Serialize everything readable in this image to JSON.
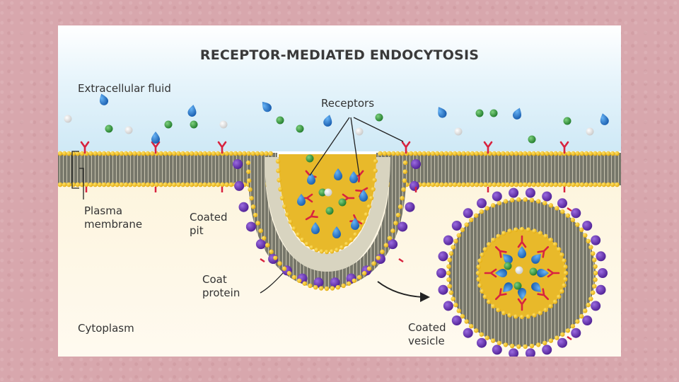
{
  "title": "RECEPTOR-MEDIATED ENDOCYTOSIS",
  "labels": {
    "extracellular_fluid": "Extracellular fluid",
    "receptors": "Receptors",
    "plasma_membrane_line1": "Plasma",
    "plasma_membrane_line2": "membrane",
    "coated_pit_line1": "Coated",
    "coated_pit_line2": "pit",
    "coat_protein_line1": "Coat",
    "coat_protein_line2": "protein",
    "cytoplasm": "Cytoplasm",
    "coated_vesicle_line1": "Coated",
    "coated_vesicle_line2": "vesicle"
  },
  "colors": {
    "page_background": "#d8a7ad",
    "extracellular_fluid": "#dceff8",
    "cytoplasm": "#fbf3dc",
    "membrane_tails": "#6b6b5e",
    "membrane_heads": "#f2c21b",
    "coat_protein": "#6a2fb8",
    "receptor": "#d8233f",
    "ligand_blue": "#2b7fd1",
    "ligand_green": "#3a9a3a",
    "ligand_white": "#e6e6e6",
    "pit_lumen": "#e8b92a"
  }
}
